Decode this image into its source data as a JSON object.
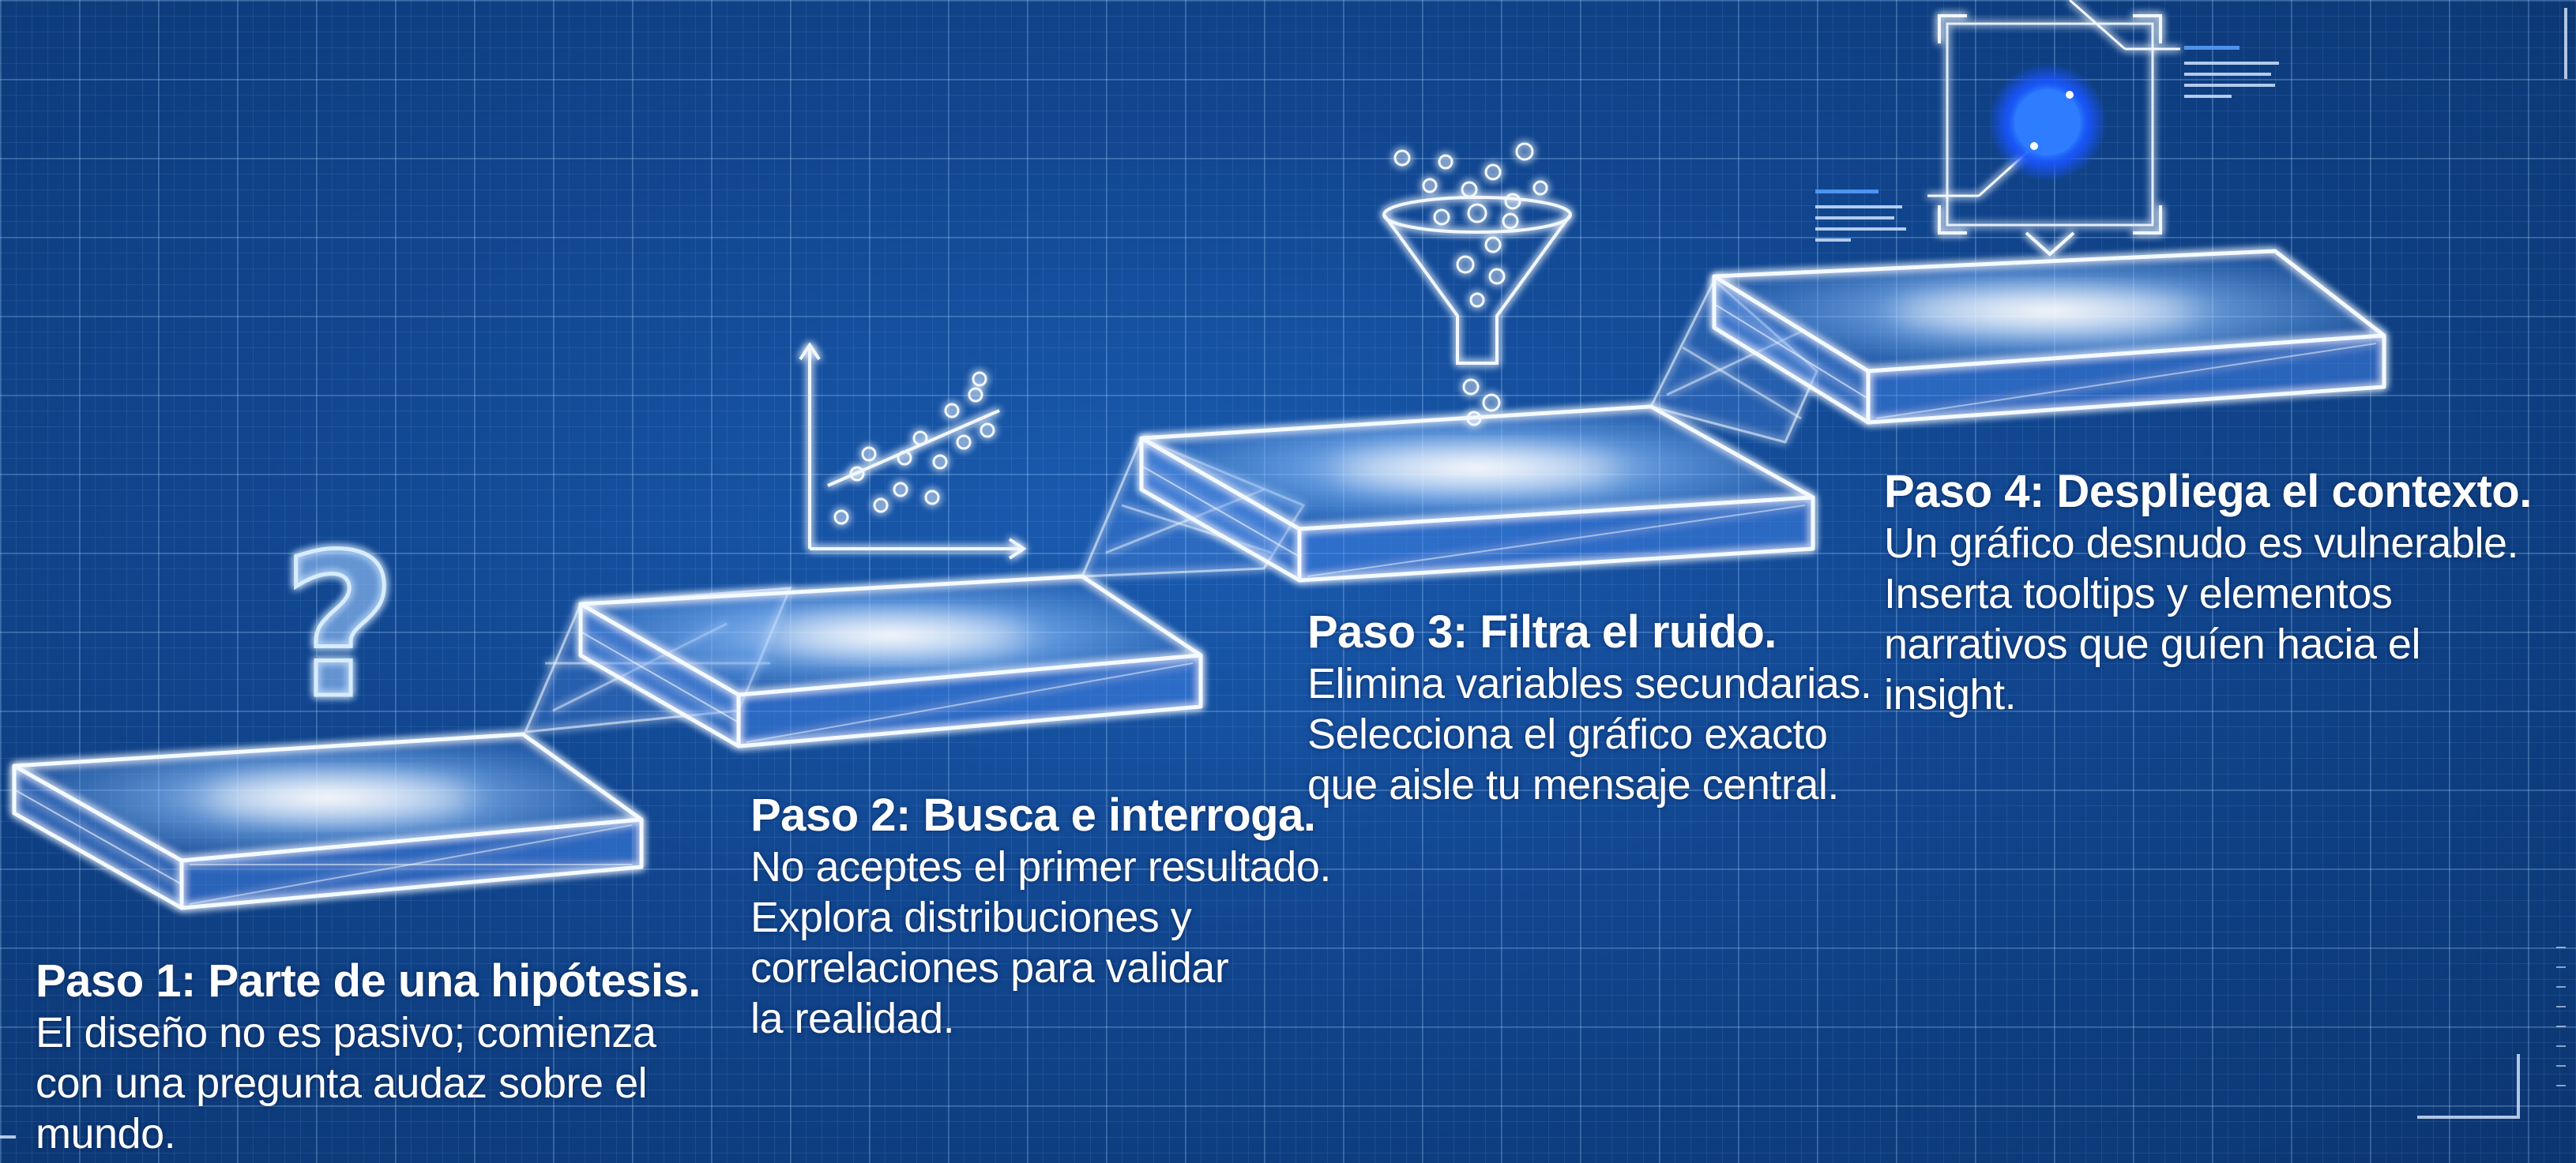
{
  "steps": [
    {
      "title": "Paso 1: Parte de una hipótesis.",
      "body": [
        "El diseño no es pasivo; comienza",
        "con una pregunta audaz sobre el",
        "mundo."
      ],
      "icon": "question-mark-icon"
    },
    {
      "title": "Paso 2: Busca e interroga.",
      "body": [
        "No aceptes el primer resultado.",
        "Explora distribuciones y",
        "correlaciones para validar",
        "la realidad."
      ],
      "icon": "scatter-plot-icon"
    },
    {
      "title": "Paso 3: Filtra el ruido.",
      "body": [
        "Elimina variables secundarias.",
        "Selecciona el gráfico exacto",
        "que aisle tu mensaje central."
      ],
      "icon": "funnel-icon"
    },
    {
      "title": "Paso 4: Despliega el contexto.",
      "body": [
        "Un gráfico desnudo es vulnerable.",
        "Inserta tooltips y elementos",
        "narrativos que guíen hacia el insight."
      ],
      "icon": "tooltip-frame-icon"
    }
  ],
  "colors": {
    "background": "#11468f",
    "grid": "#9cc8ff",
    "glow": "#ffffff",
    "accent_dot": "#1f6bff"
  }
}
